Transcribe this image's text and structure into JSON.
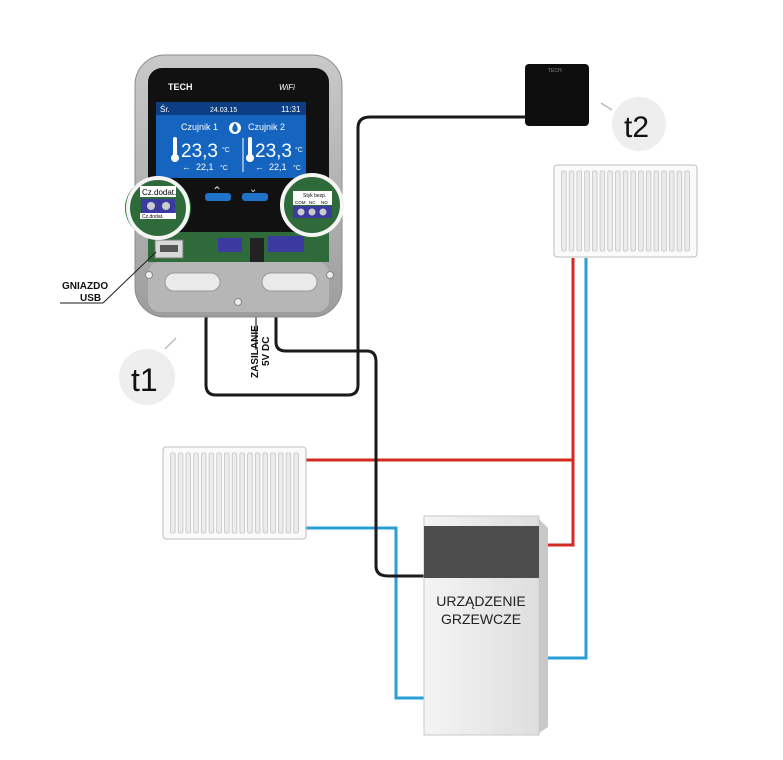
{
  "controller": {
    "brand": "TECH",
    "wifi_label": "WiFi",
    "screen": {
      "day": "Śr.",
      "date": "24.03.15",
      "time": "11:31",
      "sensor1_label": "Czujnik 1",
      "sensor2_label": "Czujnik 2",
      "sensor1_temp": "23,3",
      "sensor2_temp": "23,3",
      "sensor1_set": "22,1",
      "sensor2_set": "22,1",
      "temp_unit": "°C"
    },
    "terminal_left_label": "Cz.dodat.",
    "terminal_left_sub": "Cz.dodat.",
    "terminal_right_label": "Styk bezp.",
    "terminal_right_contacts": [
      "COM",
      "NC",
      "NO"
    ]
  },
  "labels": {
    "usb_line1": "GNIAZDO",
    "usb_line2": "USB",
    "power_line1": "ZASILANIE",
    "power_line2": "5V DC",
    "t1": "t1",
    "t2": "t2",
    "heater_line1": "URZĄDZENIE",
    "heater_line2": "GRZEWCZE",
    "t2_brand": "TECH"
  },
  "colors": {
    "supply_pipe": "#d42a1f",
    "return_pipe": "#2a9fd6",
    "wire": "#1a1a1a",
    "screen_bg": "#1565c0",
    "badge_bg": "#eeeeee"
  }
}
